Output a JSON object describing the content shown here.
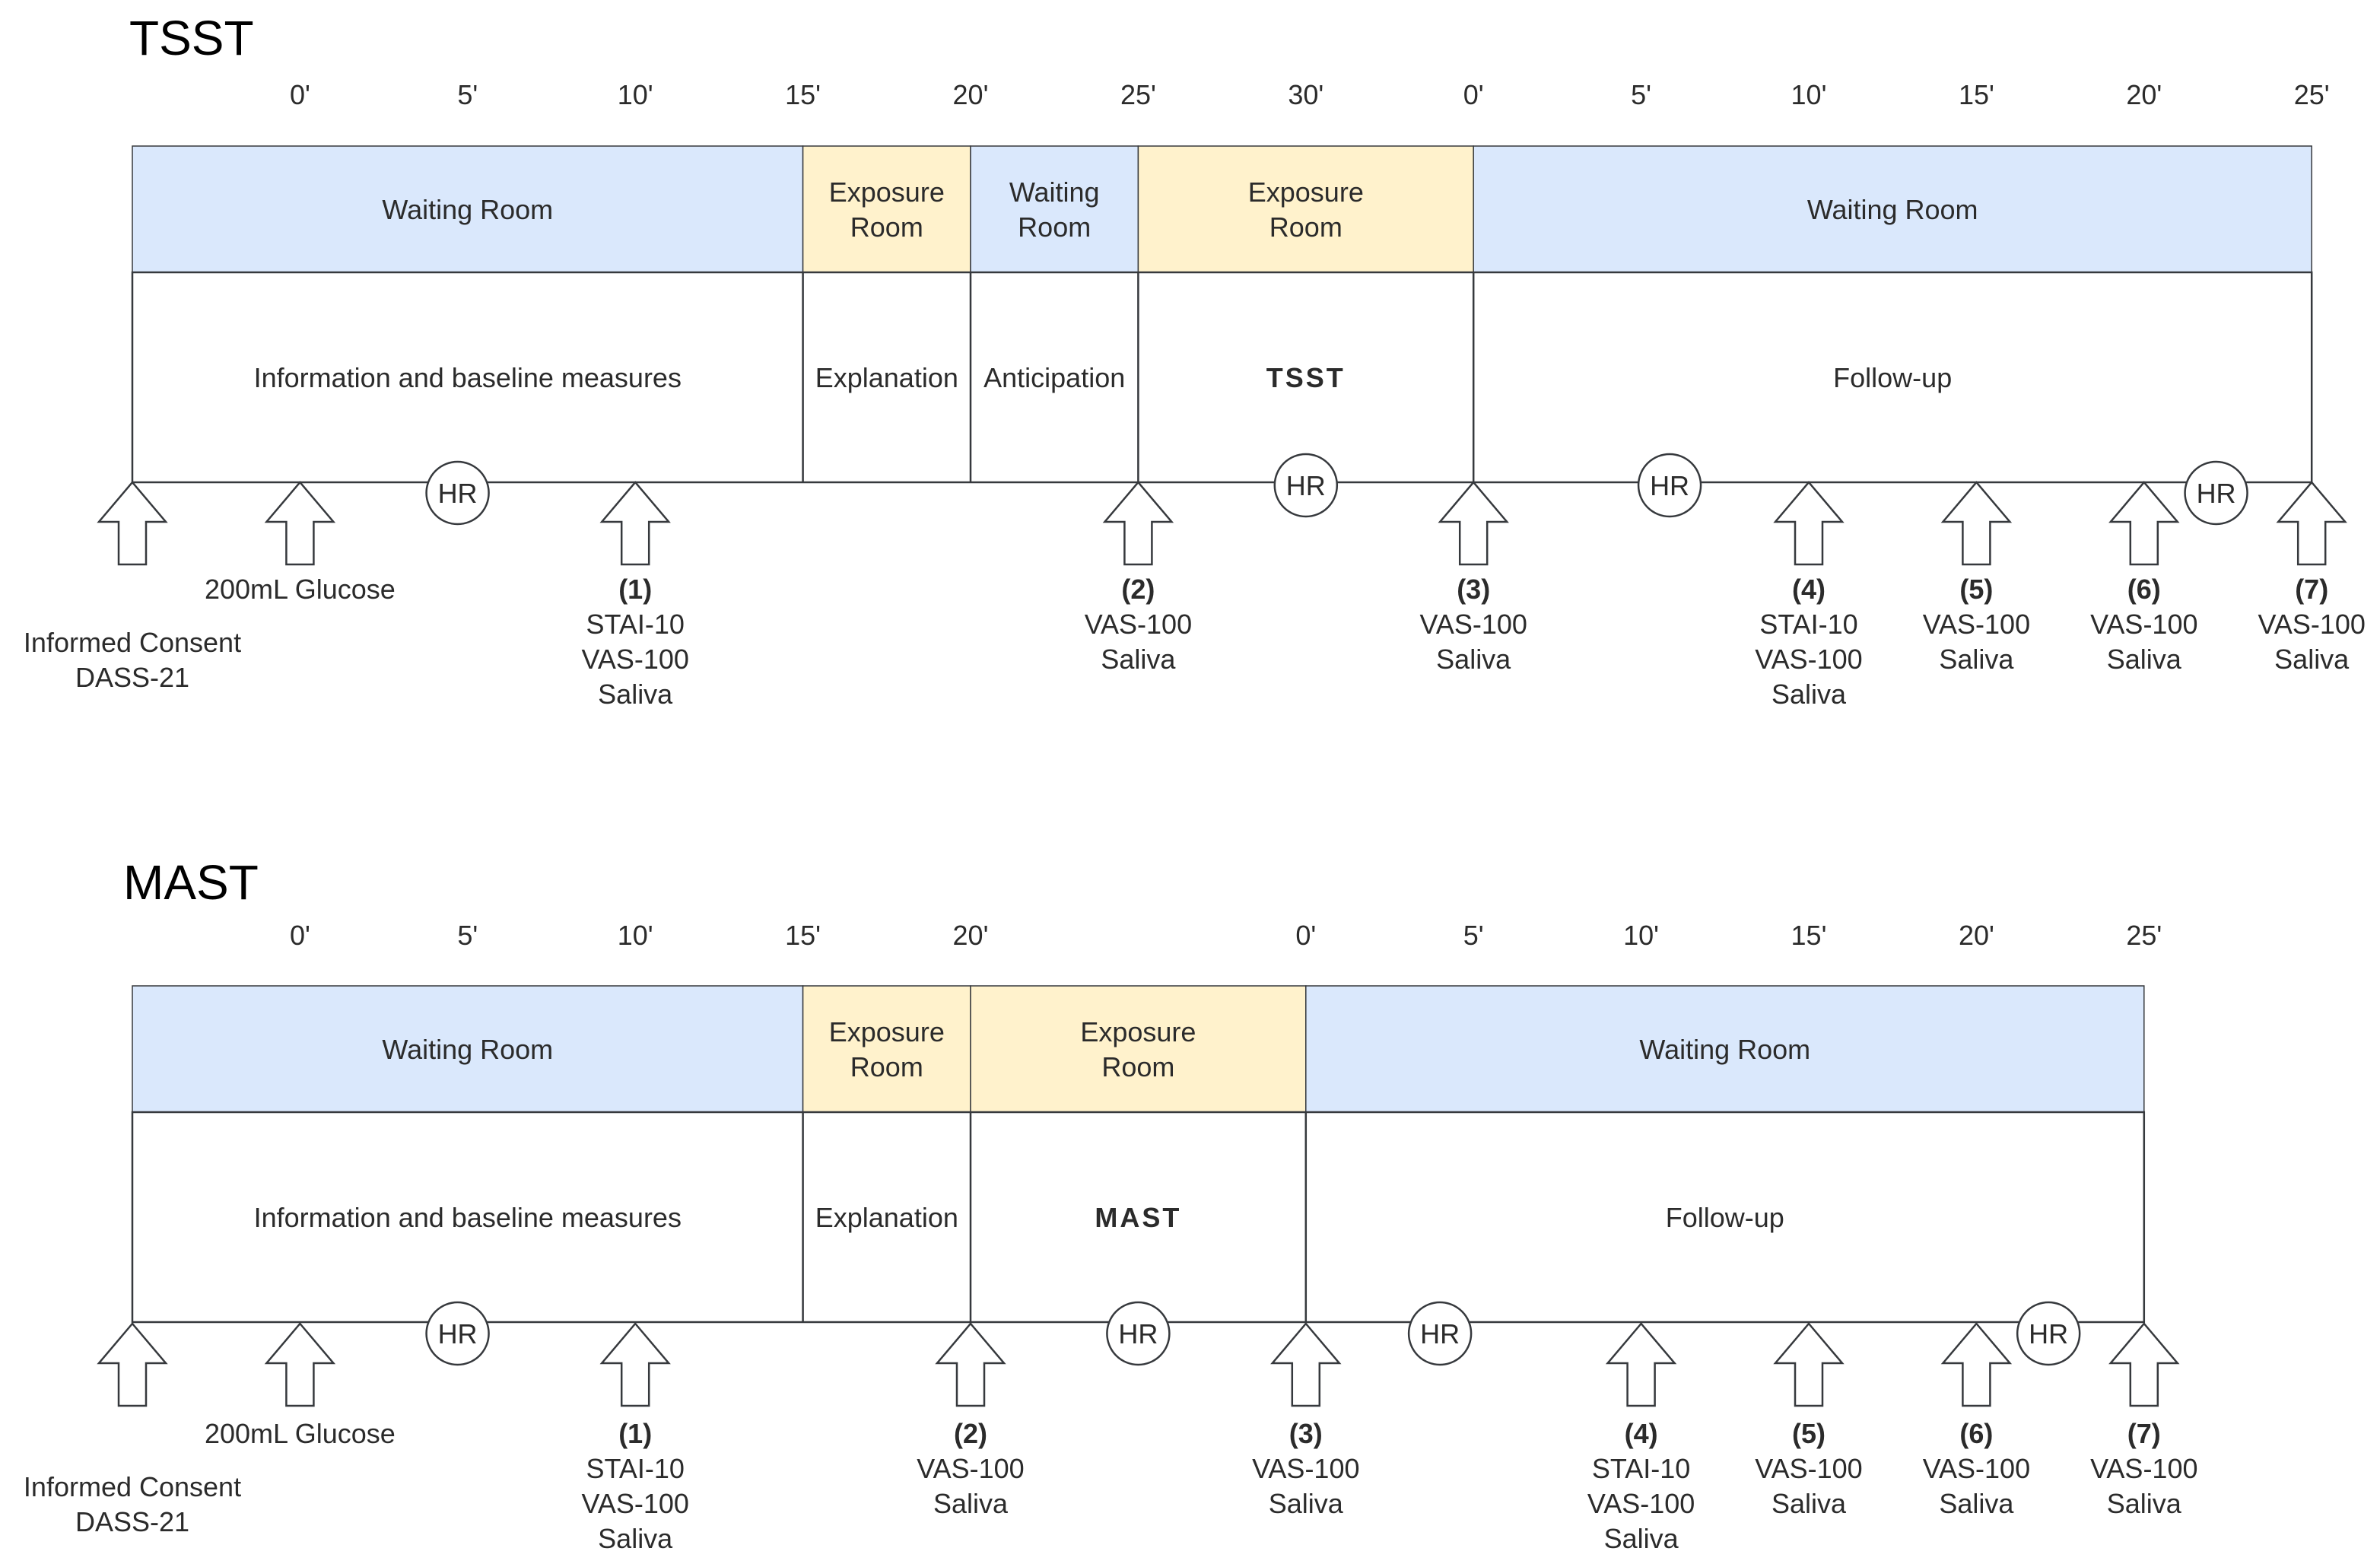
{
  "colors": {
    "waiting": "#dae8fc",
    "exposure": "#fff2cc",
    "stroke": "#36393d",
    "text": "#2b2b2b"
  },
  "icons": {
    "arrow": "up-arrow-icon",
    "heart_rate": "hr-circle-icon"
  },
  "panels": [
    {
      "key": "tsst",
      "title": "TSST",
      "ticks": [
        "0'",
        "5'",
        "10'",
        "15'",
        "20'",
        "25'",
        "30'",
        "0'",
        "5'",
        "10'",
        "15'",
        "20'",
        "25'"
      ],
      "rooms": [
        {
          "label": [
            "Waiting Room"
          ],
          "kind": "waiting",
          "from": 0,
          "to": 4
        },
        {
          "label": [
            "Exposure",
            "Room"
          ],
          "kind": "exposure",
          "from": 4,
          "to": 5
        },
        {
          "label": [
            "Waiting",
            "Room"
          ],
          "kind": "waiting",
          "from": 5,
          "to": 6
        },
        {
          "label": [
            "Exposure",
            "Room"
          ],
          "kind": "exposure",
          "from": 6,
          "to": 8
        },
        {
          "label": [
            "Waiting Room"
          ],
          "kind": "waiting",
          "from": 8,
          "to": 13
        }
      ],
      "activities": [
        {
          "label": "Information and baseline measures",
          "bold": false,
          "from": 0,
          "to": 4
        },
        {
          "label": "Explanation",
          "bold": false,
          "from": 4,
          "to": 5
        },
        {
          "label": "Anticipation",
          "bold": false,
          "from": 5,
          "to": 6
        },
        {
          "label": "TSST",
          "bold": true,
          "from": 6,
          "to": 8
        },
        {
          "label": "Follow-up",
          "bold": false,
          "from": 8,
          "to": 13
        }
      ],
      "hr_label": "HR",
      "hr_markers": [
        1.94,
        7.0,
        9.17,
        12.43
      ],
      "measures": [
        {
          "at": 0,
          "number": "",
          "lines": [
            "Informed Consent",
            "DASS-21"
          ],
          "offset": "low"
        },
        {
          "at": 1,
          "number": "",
          "lines": [
            "200mL Glucose"
          ],
          "offset": "high"
        },
        {
          "at": 3,
          "number": "(1)",
          "lines": [
            "STAI-10",
            "VAS-100",
            "Saliva"
          ]
        },
        {
          "at": 6,
          "number": "(2)",
          "lines": [
            "VAS-100",
            "Saliva"
          ]
        },
        {
          "at": 8,
          "number": "(3)",
          "lines": [
            "VAS-100",
            "Saliva"
          ]
        },
        {
          "at": 10,
          "number": "(4)",
          "lines": [
            "STAI-10",
            "VAS-100",
            "Saliva"
          ]
        },
        {
          "at": 11,
          "number": "(5)",
          "lines": [
            "VAS-100",
            "Saliva"
          ]
        },
        {
          "at": 12,
          "number": "(6)",
          "lines": [
            "VAS-100",
            "Saliva"
          ]
        },
        {
          "at": 13,
          "number": "(7)",
          "lines": [
            "VAS-100",
            "Saliva"
          ]
        }
      ]
    },
    {
      "key": "mast",
      "title": "MAST",
      "ticks": [
        "0'",
        "5'",
        "10'",
        "15'",
        "20'",
        "",
        "0'",
        "5'",
        "10'",
        "15'",
        "20'",
        "25'"
      ],
      "rooms": [
        {
          "label": [
            "Waiting Room"
          ],
          "kind": "waiting",
          "from": 0,
          "to": 4
        },
        {
          "label": [
            "Exposure",
            "Room"
          ],
          "kind": "exposure",
          "from": 4,
          "to": 5
        },
        {
          "label": [
            "Exposure",
            "Room"
          ],
          "kind": "exposure",
          "from": 5,
          "to": 7
        },
        {
          "label": [
            "Waiting Room"
          ],
          "kind": "waiting",
          "from": 7,
          "to": 12
        }
      ],
      "activities": [
        {
          "label": "Information and baseline measures",
          "bold": false,
          "from": 0,
          "to": 4
        },
        {
          "label": "Explanation",
          "bold": false,
          "from": 4,
          "to": 5
        },
        {
          "label": "MAST",
          "bold": true,
          "from": 5,
          "to": 7
        },
        {
          "label": "Follow-up",
          "bold": false,
          "from": 7,
          "to": 12
        }
      ],
      "hr_label": "HR",
      "hr_markers": [
        1.94,
        6.0,
        7.8,
        11.43
      ],
      "measures": [
        {
          "at": 0,
          "number": "",
          "lines": [
            "Informed Consent",
            "DASS-21"
          ],
          "offset": "low"
        },
        {
          "at": 1,
          "number": "",
          "lines": [
            "200mL Glucose"
          ],
          "offset": "high"
        },
        {
          "at": 3,
          "number": "(1)",
          "lines": [
            "STAI-10",
            "VAS-100",
            "Saliva"
          ]
        },
        {
          "at": 5,
          "number": "(2)",
          "lines": [
            "VAS-100",
            "Saliva"
          ]
        },
        {
          "at": 7,
          "number": "(3)",
          "lines": [
            "VAS-100",
            "Saliva"
          ]
        },
        {
          "at": 9,
          "number": "(4)",
          "lines": [
            "STAI-10",
            "VAS-100",
            "Saliva"
          ]
        },
        {
          "at": 10,
          "number": "(5)",
          "lines": [
            "VAS-100",
            "Saliva"
          ]
        },
        {
          "at": 11,
          "number": "(6)",
          "lines": [
            "VAS-100",
            "Saliva"
          ]
        },
        {
          "at": 12,
          "number": "(7)",
          "lines": [
            "VAS-100",
            "Saliva"
          ]
        }
      ]
    }
  ]
}
